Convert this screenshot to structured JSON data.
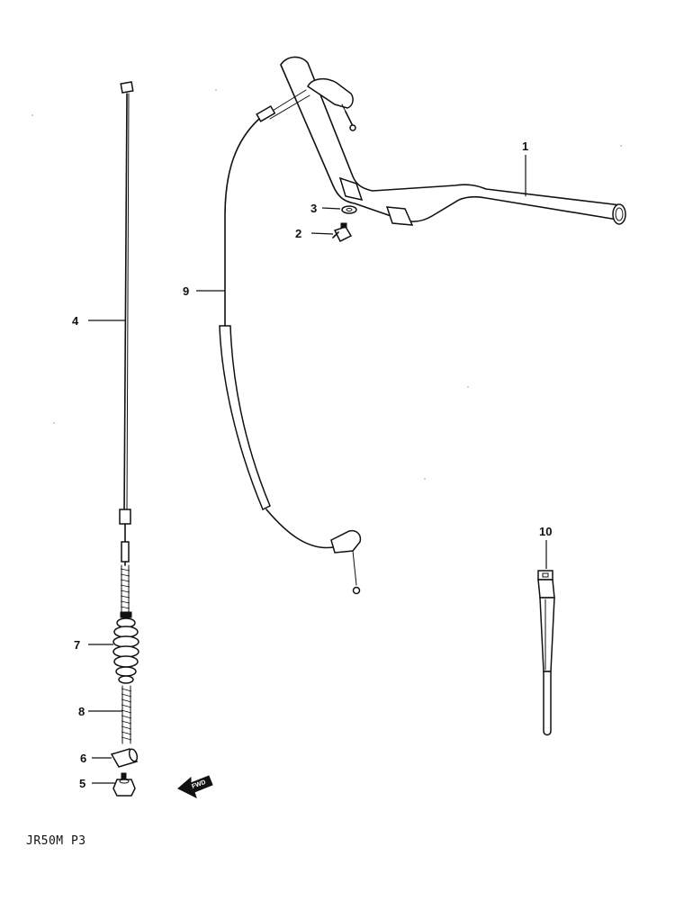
{
  "callouts": {
    "c1": "1",
    "c2": "2",
    "c3": "3",
    "c4": "4",
    "c5": "5",
    "c6": "6",
    "c7": "7",
    "c8": "8",
    "c9": "9",
    "c10": "10"
  },
  "fwd_label": "FWD",
  "footer_code": "JR50M P3"
}
